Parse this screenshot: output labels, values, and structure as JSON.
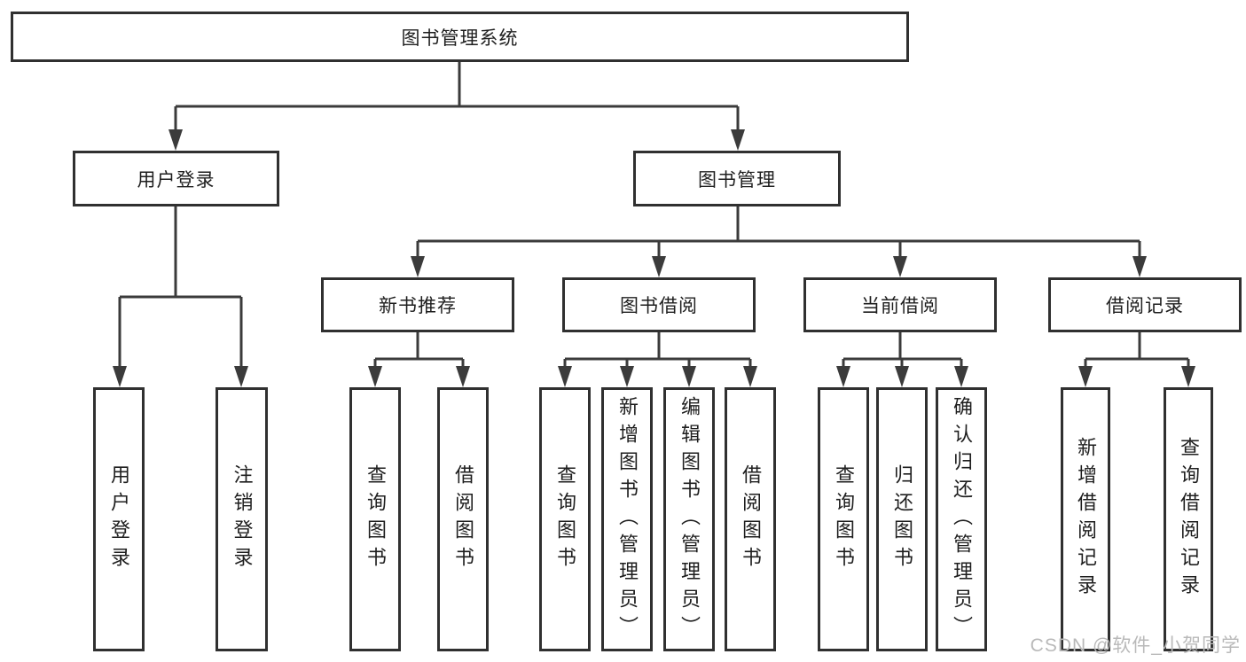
{
  "diagram": {
    "root": {
      "label": "图书管理系统"
    },
    "branches": [
      {
        "label": "用户登录",
        "children": [
          {
            "label": "用户登录"
          },
          {
            "label": "注销登录"
          }
        ]
      },
      {
        "label": "图书管理",
        "children": [
          {
            "label": "新书推荐",
            "children": [
              {
                "label": "查询图书"
              },
              {
                "label": "借阅图书"
              }
            ]
          },
          {
            "label": "图书借阅",
            "children": [
              {
                "label": "查询图书"
              },
              {
                "label": "新增图书（管理员）"
              },
              {
                "label": "编辑图书（管理员）"
              },
              {
                "label": "借阅图书"
              }
            ]
          },
          {
            "label": "当前借阅",
            "children": [
              {
                "label": "查询图书"
              },
              {
                "label": "归还图书"
              },
              {
                "label": "确认归还（管理员）"
              }
            ]
          },
          {
            "label": "借阅记录",
            "children": [
              {
                "label": "新增借阅记录"
              },
              {
                "label": "查询借阅记录"
              }
            ]
          }
        ]
      }
    ]
  },
  "watermark": {
    "text": "CSDN @软件_小贺同学"
  },
  "colors": {
    "line": "#3b3b3b",
    "border": "#303030",
    "text": "#1e1e1e",
    "watermark": "#b9b9b9",
    "background": "#ffffff"
  }
}
